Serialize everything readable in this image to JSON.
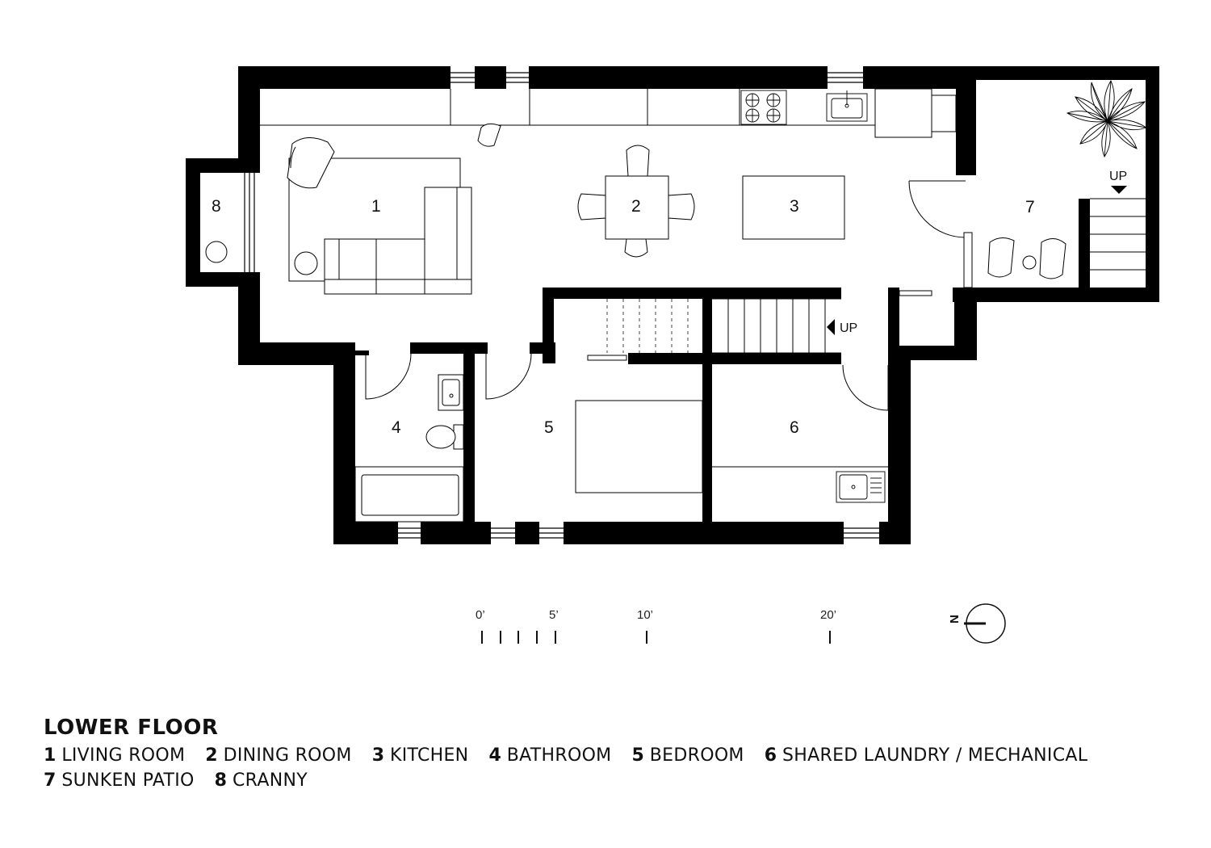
{
  "plan": {
    "rooms": [
      {
        "id": "living",
        "number": "1"
      },
      {
        "id": "dining",
        "number": "2"
      },
      {
        "id": "kitchen",
        "number": "3"
      },
      {
        "id": "bathroom",
        "number": "4"
      },
      {
        "id": "bedroom",
        "number": "5"
      },
      {
        "id": "laundry",
        "number": "6"
      },
      {
        "id": "patio",
        "number": "7"
      },
      {
        "id": "cranny",
        "number": "8"
      }
    ],
    "stair_up_label": "UP",
    "patio_up_label": "UP"
  },
  "scale_bar": {
    "labels": [
      "0’",
      "5’",
      "10’",
      "20’"
    ]
  },
  "north_arrow": {
    "letter": "N"
  },
  "legend": {
    "title": "LOWER FLOOR",
    "rows": [
      [
        {
          "num": "1",
          "name": "LIVING ROOM"
        },
        {
          "num": "2",
          "name": "DINING ROOM"
        },
        {
          "num": "3",
          "name": "KITCHEN"
        },
        {
          "num": "4",
          "name": "BATHROOM"
        },
        {
          "num": "5",
          "name": "BEDROOM"
        },
        {
          "num": "6",
          "name": "SHARED LAUNDRY / MECHANICAL"
        }
      ],
      [
        {
          "num": "7",
          "name": "SUNKEN PATIO"
        },
        {
          "num": "8",
          "name": "CRANNY"
        }
      ]
    ]
  }
}
